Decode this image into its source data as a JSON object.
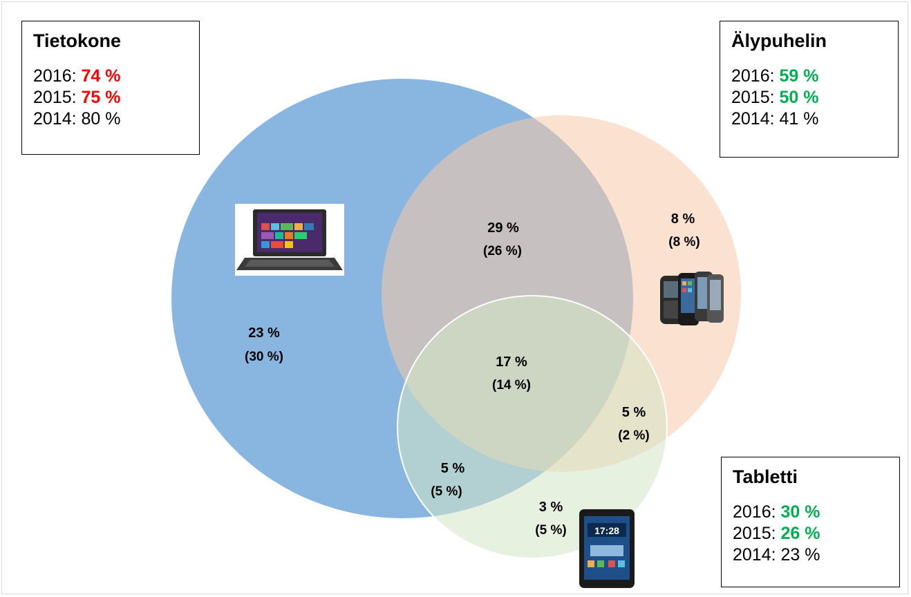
{
  "boxes": {
    "computer": {
      "title": "Tietokone",
      "rows": [
        {
          "year": "2016:",
          "value": "74 %",
          "color": "#ff0000",
          "bold": true
        },
        {
          "year": "2015:",
          "value": "75 %",
          "color": "#ff0000",
          "bold": true
        },
        {
          "year": "2014:",
          "value": "80 %",
          "color": "#000000",
          "bold": false
        }
      ]
    },
    "smartphone": {
      "title": "Älypuhelin",
      "rows": [
        {
          "year": "2016:",
          "value": "59 %",
          "color": "#00b050",
          "bold": true
        },
        {
          "year": "2015:",
          "value": "50 %",
          "color": "#00b050",
          "bold": true
        },
        {
          "year": "2014:",
          "value": "41 %",
          "color": "#000000",
          "bold": false
        }
      ]
    },
    "tablet": {
      "title": "Tabletti",
      "rows": [
        {
          "year": "2016:",
          "value": "30 %",
          "color": "#00b050",
          "bold": true
        },
        {
          "year": "2015:",
          "value": "26 %",
          "color": "#00b050",
          "bold": true
        },
        {
          "year": "2014:",
          "value": "23 %",
          "color": "#000000",
          "bold": false
        }
      ]
    }
  },
  "regions": {
    "computer_only": {
      "main": "23 %",
      "prev": "(30 %)"
    },
    "computer_smartphone": {
      "main": "29 %",
      "prev": "(26 %)"
    },
    "smartphone_only": {
      "main": "8 %",
      "prev": "(8 %)"
    },
    "all_three": {
      "main": "17 %",
      "prev": "(14 %)"
    },
    "smartphone_tablet": {
      "main": "5 %",
      "prev": "(2 %)"
    },
    "computer_tablet": {
      "main": "5 %",
      "prev": "(5 %)"
    },
    "tablet_only": {
      "main": "3 %",
      "prev": "(5 %)"
    }
  },
  "colors": {
    "computer_circle": "#5b9bd5",
    "smartphone_circle": "#f8cbad",
    "tablet_circle": "#d5e8c8",
    "increase": "#00b050",
    "decrease": "#ff0000"
  },
  "icons": {
    "computer": "laptop-icon",
    "smartphone": "smartphones-icon",
    "tablet": "tablet-icon"
  }
}
